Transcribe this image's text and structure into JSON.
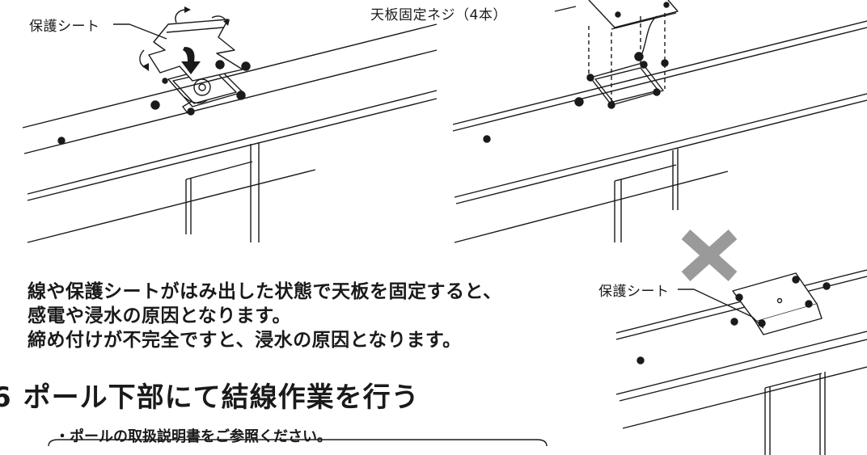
{
  "labels": {
    "protective_sheet_left": "保護シート",
    "top_plate_screws": "天板固定ネジ（4本）",
    "protective_sheet_right": "保護シート"
  },
  "warning": {
    "lines": [
      "線や保護シートがはみ出した状態で天板を固定すると、",
      "感電や浸水の原因となります。",
      "締め付けが不完全ですと、浸水の原因となります。"
    ]
  },
  "step": {
    "number": "6",
    "title": "ポール下部にて結線作業を行う"
  },
  "bullet": "・ポールの取扱説明書をご参照ください。",
  "colors": {
    "ink": "#1a1a1a",
    "cross_mark": "#9a9a9a"
  }
}
